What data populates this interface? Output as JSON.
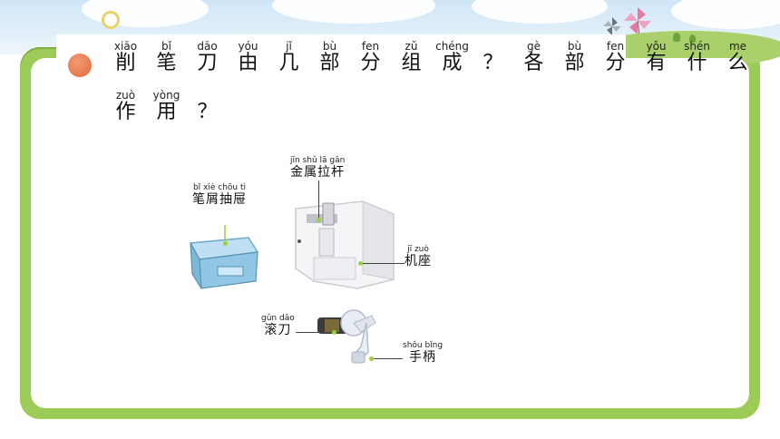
{
  "question": {
    "line1": [
      {
        "py": "xiāo",
        "hz": "削"
      },
      {
        "py": "bǐ",
        "hz": "笔"
      },
      {
        "py": "dāo",
        "hz": "刀"
      },
      {
        "py": "yóu",
        "hz": "由"
      },
      {
        "py": "jǐ",
        "hz": "几"
      },
      {
        "py": "bù",
        "hz": "部"
      },
      {
        "py": "fen",
        "hz": "分"
      },
      {
        "py": "zǔ",
        "hz": "组"
      },
      {
        "py": "chéng",
        "hz": "成"
      },
      {
        "py": "",
        "hz": "？"
      },
      {
        "py": "gè",
        "hz": "各"
      },
      {
        "py": "bù",
        "hz": "部"
      },
      {
        "py": "fen",
        "hz": "分"
      },
      {
        "py": "yǒu",
        "hz": "有"
      },
      {
        "py": "shén",
        "hz": "什"
      },
      {
        "py": "me",
        "hz": "么"
      }
    ],
    "line2": [
      {
        "py": "zuò",
        "hz": "作"
      },
      {
        "py": "yòng",
        "hz": "用"
      },
      {
        "py": "",
        "hz": "？"
      }
    ]
  },
  "labels": {
    "metal_rod": {
      "py": "jīn shǔ lā gān",
      "hz": "金属拉杆"
    },
    "drawer": {
      "py": "bǐ xiè chōu tì",
      "hz": "笔屑抽屉"
    },
    "base": {
      "py": "jī zuò",
      "hz": "机座"
    },
    "roller": {
      "py": "gǔn dāo",
      "hz": "滚刀"
    },
    "handle": {
      "py": "shǒu bǐng",
      "hz": "手柄"
    }
  },
  "colors": {
    "frame": "#9dcb58",
    "dot": "#e06a3f",
    "leader_dot": "#9bd13a"
  }
}
